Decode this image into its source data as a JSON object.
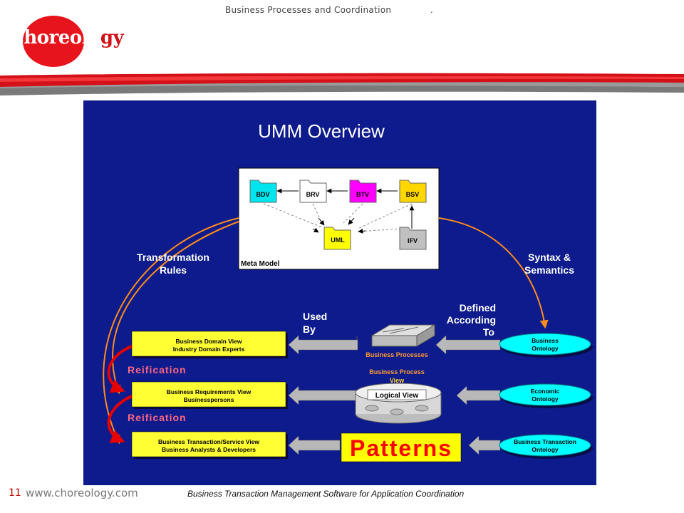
{
  "header": {
    "title": "Business  Processes  and  Coordination",
    "dot": "."
  },
  "logo": {
    "text_main": "choreolo",
    "text_tail": "gy"
  },
  "slide": {
    "title": "UMM Overview",
    "meta_model": {
      "label": "Meta  Model",
      "nodes": [
        {
          "name": "BDV",
          "color": "#00e5ee"
        },
        {
          "name": "BRV",
          "color": "#ffffff"
        },
        {
          "name": "BTV",
          "color": "#ff00ff"
        },
        {
          "name": "BSV",
          "color": "#ffd700"
        },
        {
          "name": "UML",
          "color": "#ffff00"
        },
        {
          "name": "IFV",
          "color": "#c0c0c0"
        }
      ]
    },
    "labels": {
      "transformation": [
        "Transformation",
        "Rules"
      ],
      "syntax": [
        "Syntax &",
        "Semantics"
      ],
      "used_by": [
        "Used",
        "By"
      ],
      "defined": [
        "Defined",
        "According",
        "To"
      ],
      "reification_1": "Reification",
      "reification_2": "Reification"
    },
    "views": [
      {
        "line1": "Business  Domain  View",
        "line2": "Industry  Domain  Experts"
      },
      {
        "line1": "Business  Requirements   View",
        "line2": "Businesspersons"
      },
      {
        "line1": "Business  Transaction/Service   View",
        "line2": "Business  Analysts  & Developers"
      }
    ],
    "business_processes": "Business Processes",
    "business_process_view": "Business Process",
    "bpv_view_word": "View",
    "logical_view": "Logical  View",
    "patterns": "Patterns",
    "ontologies": [
      {
        "line1": "Business",
        "line2": "Ontology"
      },
      {
        "line1": "Economic",
        "line2": "Ontology"
      },
      {
        "line1": "Business   Transaction",
        "line2": "Ontology"
      }
    ]
  },
  "footer": {
    "page": "11",
    "url": "www.choreology.com",
    "tagline": "Business Transaction Management  Software for Application Coordination"
  },
  "colors": {
    "slide_bg": "#0d1b8c",
    "accent_red": "#e8141c",
    "view_box": "#ffff33",
    "ontology": "#00ffff",
    "arrow_orange": "#ff8c1a"
  }
}
